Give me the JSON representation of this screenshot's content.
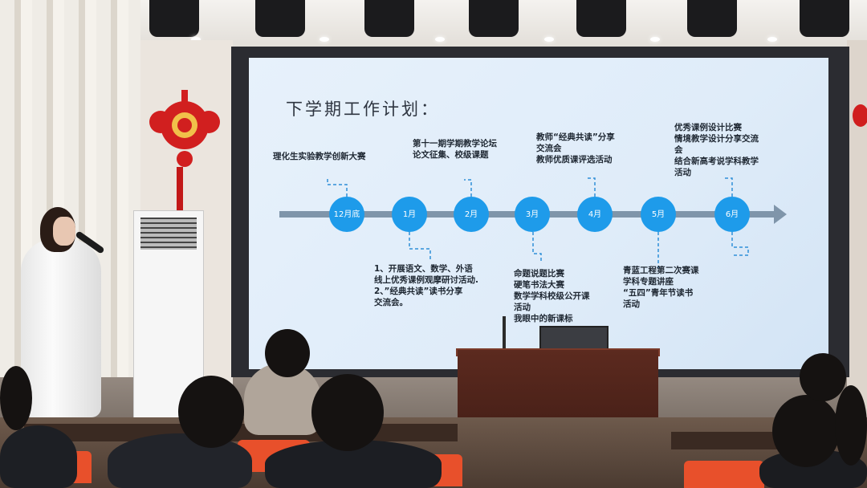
{
  "slide": {
    "title": "下学期工作计划：",
    "months": [
      "12月底",
      "1月",
      "2月",
      "3月",
      "4月",
      "5月",
      "6月"
    ],
    "events_above": [
      "理化生实验教学创新大赛",
      "第十一期学期教学论坛\n论文征集、校级课题",
      "教师“经典共读”分享\n交流会\n教师优质课评选活动",
      "优秀课例设计比赛\n情境教学设计分享交流\n会\n结合新高考说学科教学\n活动"
    ],
    "events_below": [
      "1、开展语文、数学、外语\n线上优秀课例观摩研讨活动.\n2、”经典共读”读书分享\n交流会。",
      "命题说题比赛\n硬笔书法大赛\n数学学科校级公开课\n活动\n我眼中的新课标",
      "青蓝工程第二次赛课\n学科专题讲座\n“五四”青年节读书\n活动"
    ]
  },
  "colors": {
    "screen_bg": "#e4eff9",
    "node": "#1e9bea",
    "axis": "#7f95aa",
    "connector": "#2f8fd8"
  }
}
